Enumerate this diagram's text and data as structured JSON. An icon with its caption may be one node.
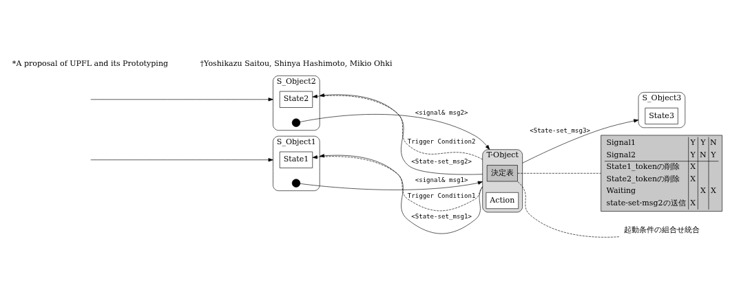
{
  "diagram": {
    "nodes": [
      {
        "text": [
          "S_Object1"
        ]
      },
      {
        "text": [
          "State1"
        ],
        "in": 0
      },
      {
        "text": [],
        "shape": "circle",
        "in": 0
      },
      {
        "text": [
          "S_Object2"
        ]
      },
      {
        "text": [
          "State2"
        ],
        "in": 3
      },
      {
        "text": [],
        "shape": "circle",
        "in": 3
      },
      {
        "text": [
          "T-Object"
        ]
      },
      {
        "text": [
          "決定表"
        ],
        "in": 6
      },
      {
        "text": [
          "Action"
        ],
        "in": 6
      },
      {
        "text": [
          "S_Object3"
        ]
      },
      {
        "text": [
          "State3"
        ],
        "in": 9
      },
      {
        "text": [
          "Signal1",
          "Y",
          "Y",
          "N",
          "Signal2",
          "Y",
          "N",
          "Y",
          "State1_tokenの削除",
          "X",
          "State2_tokenの削除",
          "X",
          "Waiting",
          "X",
          "X",
          "state-set-msg2の送信",
          "X"
        ]
      },
      {
        "text": [
          "起動条件の組合せ統合"
        ]
      }
    ],
    "edges": [
      {
        "from": 2,
        "to": 6,
        "arrow": "to",
        "label": "<signal& msg1>"
      },
      {
        "from": 5,
        "to": 6,
        "arrow": "to",
        "label": "<signal& msg2>"
      },
      {
        "from": 6,
        "to": 1,
        "arrow": "to",
        "style": "dashed",
        "label": "Trigger Condition1"
      },
      {
        "from": 6,
        "to": 4,
        "arrow": "to",
        "style": "dashed",
        "label": "Trigger Condition2"
      },
      {
        "from": 6,
        "to": 0,
        "arrow": "to",
        "label": "<State-set_msg1>"
      },
      {
        "from": 6,
        "to": 3,
        "arrow": "to",
        "label": "<State-set_msg2>"
      },
      {
        "from": 6,
        "to": 9,
        "arrow": "to",
        "label": "<State-set_msg3>"
      },
      {
        "from": null,
        "to": 0,
        "arrow": "to"
      },
      {
        "from": null,
        "to": 3,
        "arrow": "to"
      },
      {
        "from": 12,
        "to": 7,
        "arrow": "none",
        "style": "dashed"
      },
      {
        "from": 7,
        "to": 11,
        "arrow": "none",
        "style": "dashed"
      }
    ],
    "labels": [
      "*A proposal of UPFL and its Prototyping",
      "†Yoshikazu Saitou, Shinya Hashimoto, Mikio Ohki"
    ]
  }
}
